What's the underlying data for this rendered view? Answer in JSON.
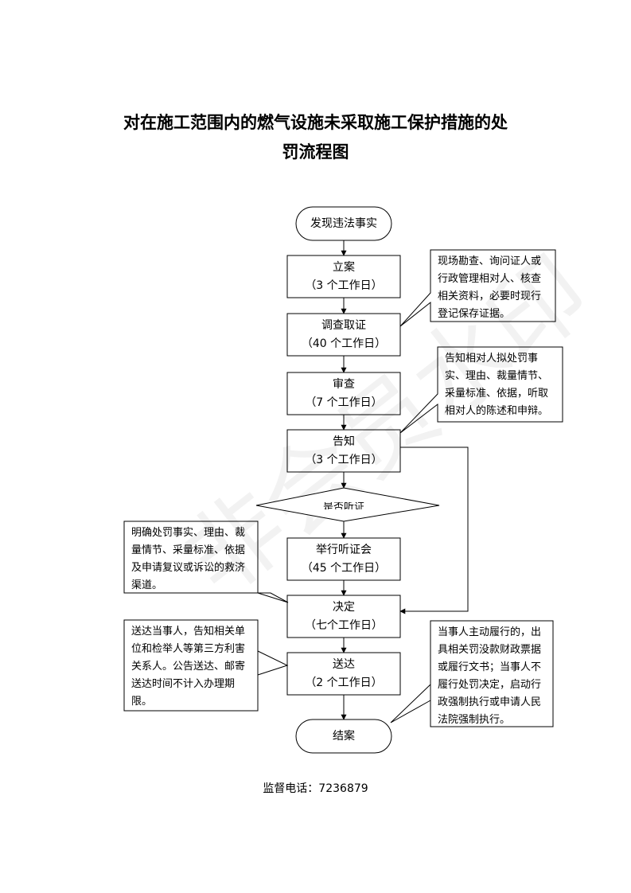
{
  "title": {
    "line1": "对在施工范围内的燃气设施未采取施工保护措施的处",
    "line2": "罚流程图"
  },
  "flow": {
    "start": "发现违法事实",
    "steps": [
      {
        "name": "立案",
        "days": "（3 个工作日）"
      },
      {
        "name": "调查取证",
        "days": "（40 个工作日）"
      },
      {
        "name": "审查",
        "days": "（7 个工作日）"
      },
      {
        "name": "告知",
        "days": "（3 个工作日）"
      },
      {
        "name": "举行听证会",
        "days": "（45 个工作日）"
      },
      {
        "name": "决定",
        "days": "（七个工作日）"
      },
      {
        "name": "送达",
        "days": "（2 个工作日）"
      }
    ],
    "decision": "是否听证",
    "end": "结案"
  },
  "notes": {
    "investigation": "现场勘查、询问证人或行政管理相对人、核查相关资料，必要时现行登记保存证据。",
    "notification": "告知相对人拟处罚事实、理由、裁量情节、采量标准、依据，听取相对人的陈述和申辩。",
    "decision": "明确处罚事实、理由、裁量情节、采量标准、依据及申请复议或诉讼的救济渠道。",
    "delivery": "送达当事人，告知相关单位和检举人等第三方利害关系人。公告送达、邮寄送达时间不计入办理期限。",
    "closure": "当事人主动履行的，出具相关罚没款财政票据或履行文书；当事人不履行处罚决定，启动行政强制执行或申请人民法院强制执行。"
  },
  "footer": "监督电话：7236879",
  "watermark": "非会员水印"
}
